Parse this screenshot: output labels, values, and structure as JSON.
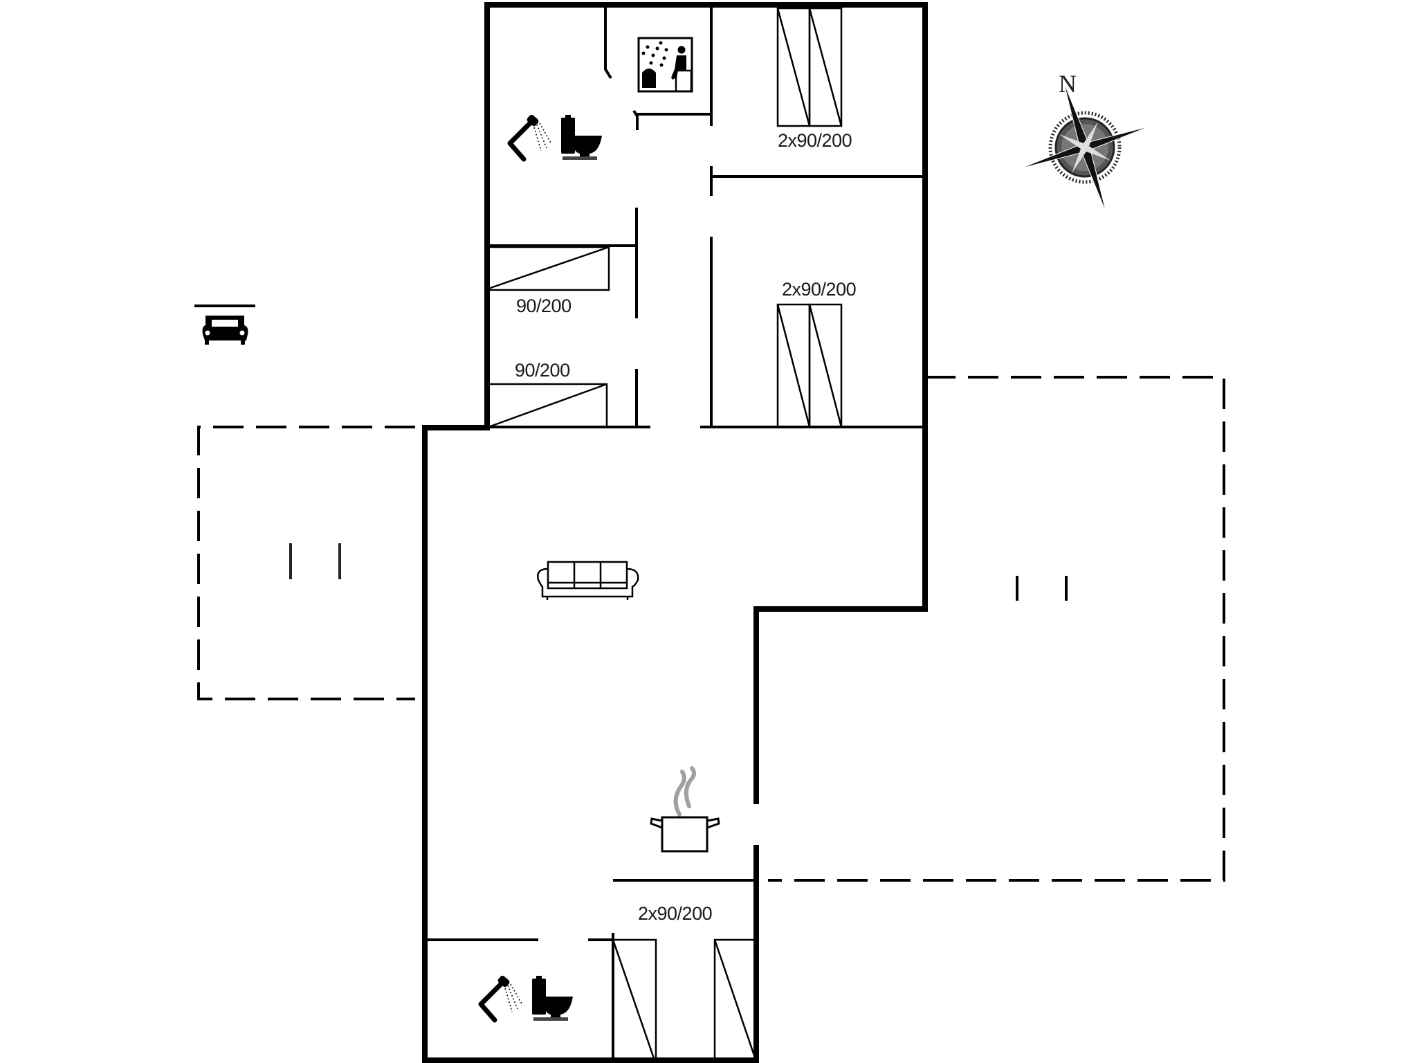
{
  "floorplan": {
    "compass": {
      "north_label": "N"
    },
    "rooms": [
      {
        "id": "bathroom-upper",
        "type": "bathroom",
        "fixtures": [
          "shower",
          "toilet"
        ]
      },
      {
        "id": "sauna",
        "type": "sauna",
        "fixtures": [
          "sauna"
        ]
      },
      {
        "id": "bedroom-ne",
        "type": "bedroom",
        "bed_label": "2x90/200"
      },
      {
        "id": "bedroom-w1",
        "type": "bedroom",
        "bed_label": "90/200"
      },
      {
        "id": "bedroom-w2",
        "type": "bedroom",
        "bed_label": "90/200"
      },
      {
        "id": "bedroom-e",
        "type": "bedroom",
        "bed_label": "2x90/200"
      },
      {
        "id": "living-room",
        "type": "living",
        "fixtures": [
          "sofa"
        ]
      },
      {
        "id": "kitchen",
        "type": "kitchen",
        "fixtures": [
          "cooking-pot"
        ]
      },
      {
        "id": "bedroom-s",
        "type": "bedroom",
        "bed_label": "2x90/200"
      },
      {
        "id": "bathroom-lower",
        "type": "bathroom",
        "fixtures": [
          "shower",
          "toilet"
        ]
      }
    ],
    "labels": {
      "bed_ne": "2x90/200",
      "bed_w1": "90/200",
      "bed_w2": "90/200",
      "bed_e": "2x90/200",
      "bed_s": "2x90/200"
    },
    "outdoor": [
      {
        "id": "terrace-west",
        "type": "terrace"
      },
      {
        "id": "terrace-east",
        "type": "terrace"
      },
      {
        "id": "carport",
        "type": "carport"
      }
    ],
    "colors": {
      "wall": "#000000",
      "background": "#ffffff",
      "steam": "#a0a0a0"
    }
  }
}
